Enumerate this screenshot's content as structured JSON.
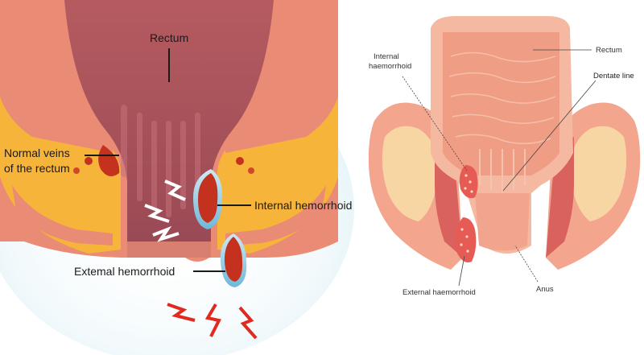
{
  "left_diagram": {
    "labels": {
      "rectum": "Rectum",
      "normal_veins_line1": "Normal veins",
      "normal_veins_line2": "of the rectum",
      "internal": "Internal hemorrhoid",
      "external": "Extemal hemorrhoid"
    }
  },
  "right_diagram": {
    "labels": {
      "internal_line1": "Internal",
      "internal_line2": "haemorrhoid",
      "rectum": "Rectum",
      "dentate": "Dentate line",
      "external": "External haemorrhoid",
      "anus": "Anus"
    }
  },
  "colors": {
    "tissue_outer": "#e98b75",
    "tissue_inner": "#a8505a",
    "fat_yellow": "#f6b43a",
    "vein_red": "#c4321f",
    "pain_red": "#e02a20",
    "pain_white": "#ffffff",
    "pale_pink": "#f5b9a2",
    "right_outer": "#f3a58d",
    "right_fat": "#f8d6a4"
  }
}
